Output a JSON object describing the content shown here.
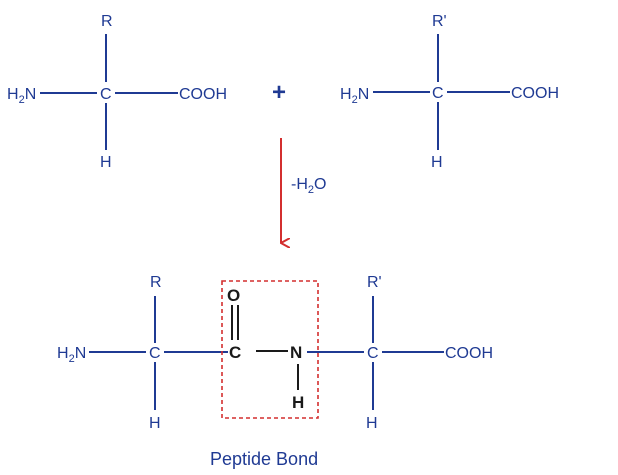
{
  "colors": {
    "structure": "#1f3a93",
    "peptide_group": "#1a1a1a",
    "arrow": "#d32f2f",
    "highlight_box": "#d32f2f"
  },
  "amino_acid_1": {
    "amine": "H2N",
    "alpha_carbon": "C",
    "side_chain": "R",
    "hydrogen": "H",
    "carboxyl": "COOH"
  },
  "plus_sign": "+",
  "amino_acid_2": {
    "amine": "H2N",
    "alpha_carbon": "C",
    "side_chain": "R'",
    "hydrogen": "H",
    "carboxyl": "COOH"
  },
  "reaction": {
    "label": "-H2O"
  },
  "dipeptide": {
    "amine": "H2N",
    "alpha_carbon_1": "C",
    "side_chain_1": "R",
    "hydrogen_1": "H",
    "carbonyl_carbon": "C",
    "carbonyl_oxygen": "O",
    "amide_nitrogen": "N",
    "amide_hydrogen": "H",
    "alpha_carbon_2": "C",
    "side_chain_2": "R'",
    "hydrogen_2": "H",
    "carboxyl": "COOH"
  },
  "caption": "Peptide Bond"
}
